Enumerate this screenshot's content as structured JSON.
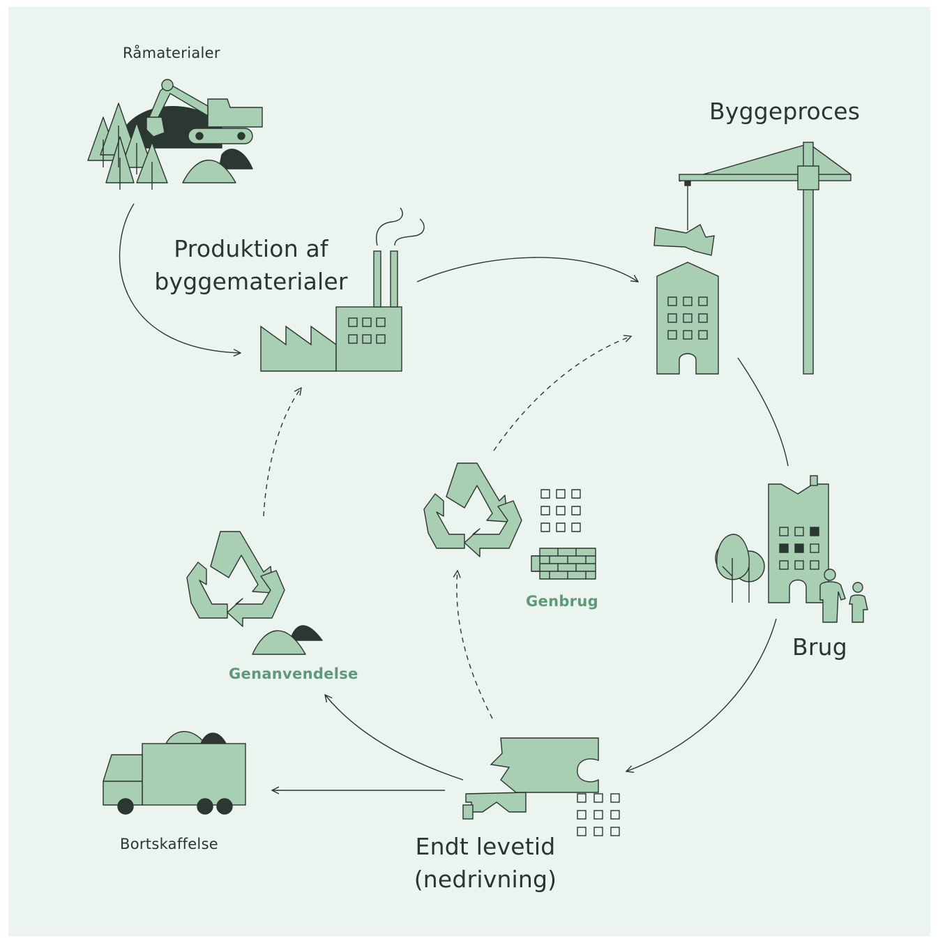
{
  "colors": {
    "background": "#ebf4ee",
    "fill": "#a8cfb1",
    "dark": "#2b3832",
    "stroke": "#2b3431",
    "accent_text": "#5f9a78"
  },
  "labels": {
    "raw_materials": "Råmaterialer",
    "production_line1": "Produktion af",
    "production_line2": "byggematerialer",
    "construction": "Byggeproces",
    "use": "Brug",
    "end_of_life_line1": "Endt levetid",
    "end_of_life_line2": "(nedrivning)",
    "disposal": "Bortskaffelse",
    "recycling": "Genanvendelse",
    "reuse": "Genbrug"
  },
  "icons": {
    "raw_materials": "excavator-forest-icon",
    "production": "factory-icon",
    "construction": "crane-building-icon",
    "use": "apartment-people-icon",
    "end_of_life": "demolition-rubble-icon",
    "disposal": "truck-icon",
    "recycling": "recycle-icon",
    "reuse": "recycle-bricks-icon"
  }
}
